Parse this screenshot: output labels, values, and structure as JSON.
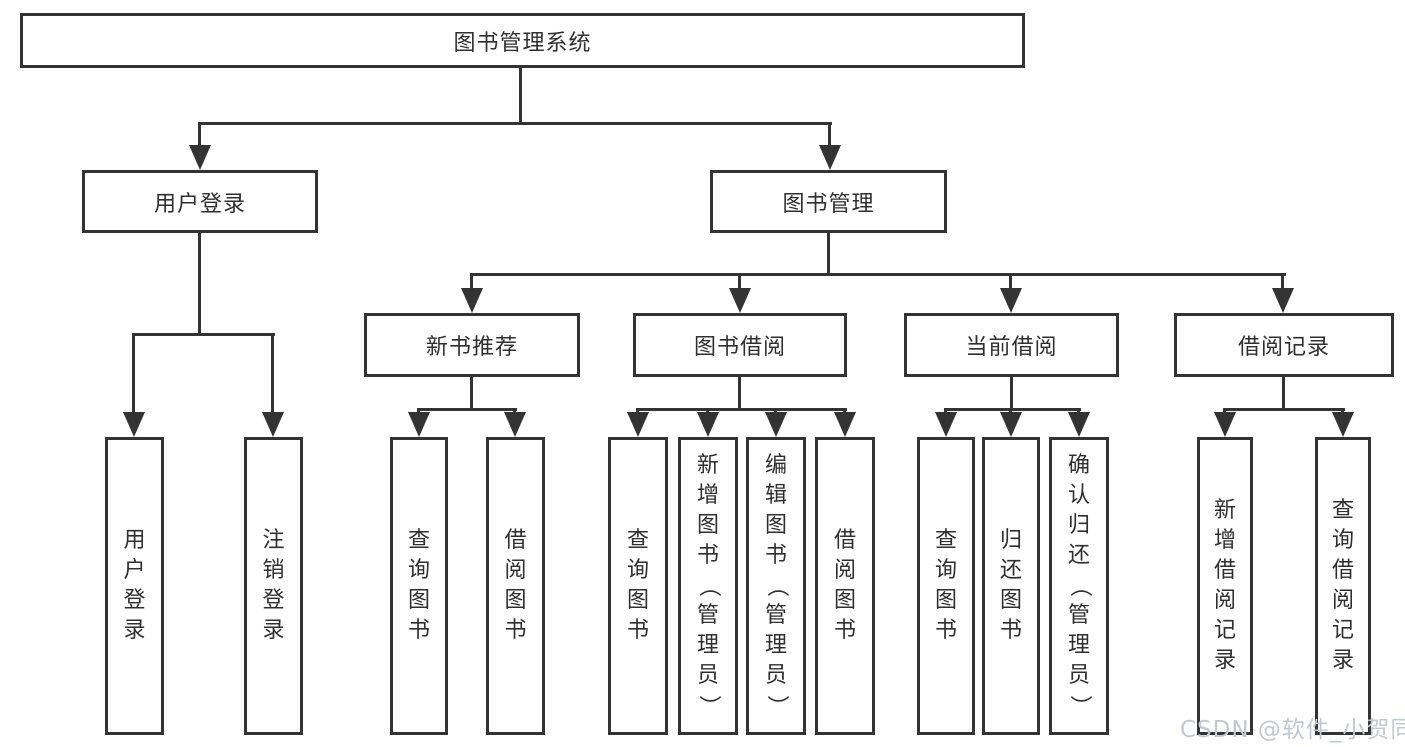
{
  "diagram": {
    "root": {
      "label": "图书管理系统"
    },
    "branches": [
      {
        "label": "用户登录",
        "leaves": [
          {
            "label": "用户登录"
          },
          {
            "label": "注销登录"
          }
        ]
      },
      {
        "label": "图书管理",
        "sections": [
          {
            "label": "新书推荐",
            "leaves": [
              {
                "label": "查询图书"
              },
              {
                "label": "借阅图书"
              }
            ]
          },
          {
            "label": "图书借阅",
            "leaves": [
              {
                "label": "查询图书"
              },
              {
                "label": "新增图书（管理员）"
              },
              {
                "label": "编辑图书（管理员）"
              },
              {
                "label": "借阅图书"
              }
            ]
          },
          {
            "label": "当前借阅",
            "leaves": [
              {
                "label": "查询图书"
              },
              {
                "label": "归还图书"
              },
              {
                "label": "确认归还（管理员）"
              }
            ]
          },
          {
            "label": "借阅记录",
            "leaves": [
              {
                "label": "新增借阅记录"
              },
              {
                "label": "查询借阅记录"
              }
            ]
          }
        ]
      }
    ]
  },
  "watermark": {
    "text": "CSDN @软件_小贺同学"
  },
  "colors": {
    "line": "#333333",
    "box_border": "#333333",
    "box_fill": "#ffffff",
    "text": "#2f2f2f",
    "watermark": "#c3c8d0"
  }
}
